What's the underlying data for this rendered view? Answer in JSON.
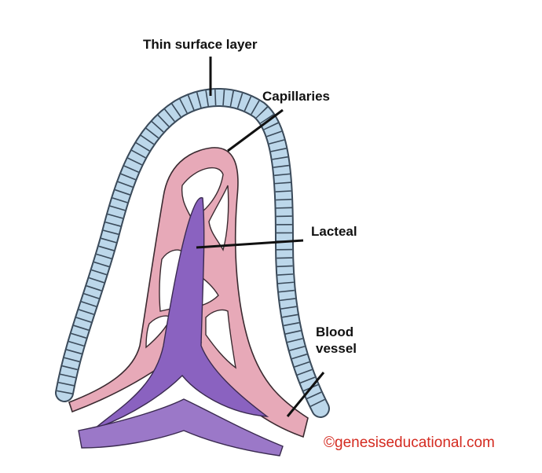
{
  "labels": {
    "surface": "Thin surface layer",
    "capillaries": "Capillaries",
    "lacteal": "Lacteal",
    "blood_vessel": "Blood vessel",
    "copyright": "©genesiseducational.com"
  },
  "colors": {
    "surface_fill": "#bcd7ea",
    "surface_outline": "#3a4a5a",
    "capillary_fill": "#e7a9b8",
    "capillary_outline": "#3a2a30",
    "lacteal_fill": "#8a62c0",
    "blood_vessel_fill": "#9b78c8",
    "leader_lines": "#111111",
    "copyright_text": "#d42a20"
  }
}
